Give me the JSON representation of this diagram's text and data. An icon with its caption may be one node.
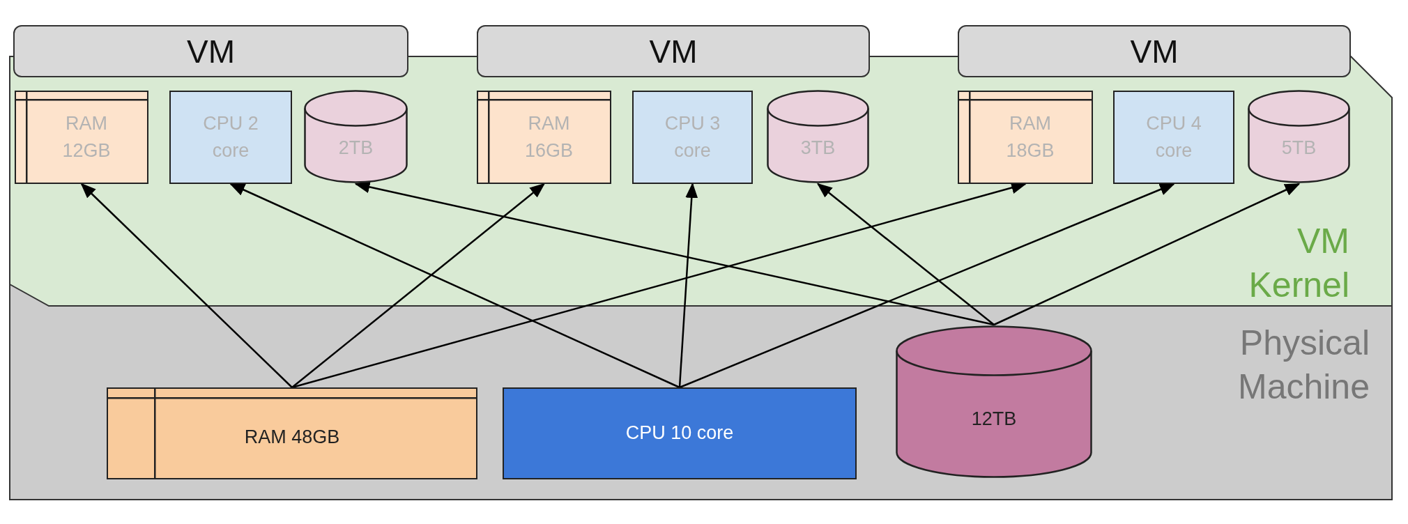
{
  "diagram": {
    "nodes": [
      {
        "text": [
          "VM Kernel"
        ]
      },
      {
        "text": [
          "VM"
        ]
      },
      {
        "text": [
          "VM"
        ]
      },
      {
        "text": [
          "VM"
        ]
      },
      {
        "text": [
          "RAM 12GB"
        ],
        "in": 0
      },
      {
        "text": [
          "CPU 2 core"
        ],
        "in": 0
      },
      {
        "text": [
          "2TB"
        ],
        "in": 0
      },
      {
        "text": [
          "RAM 16GB"
        ],
        "in": 0
      },
      {
        "text": [
          "CPU 3 core"
        ],
        "in": 0
      },
      {
        "text": [
          "3TB"
        ],
        "in": 0
      },
      {
        "text": [
          "RAM 18GB"
        ],
        "in": 0
      },
      {
        "text": [
          "CPU 4 core"
        ],
        "in": 0
      },
      {
        "text": [
          "5TB"
        ],
        "in": 0
      },
      {
        "text": [
          "Physical Machine"
        ]
      },
      {
        "text": [
          "RAM 48GB"
        ],
        "in": 13
      },
      {
        "text": [
          "CPU 10 core"
        ],
        "in": 13
      },
      {
        "text": [
          "12TB"
        ],
        "in": 13
      }
    ],
    "edges": [
      {
        "from": 14,
        "to": 4,
        "arrow": "to"
      },
      {
        "from": 14,
        "to": 7,
        "arrow": "to"
      },
      {
        "from": 14,
        "to": 10,
        "arrow": "to"
      },
      {
        "from": 15,
        "to": 5,
        "arrow": "to"
      },
      {
        "from": 15,
        "to": 8,
        "arrow": "to"
      },
      {
        "from": 15,
        "to": 11,
        "arrow": "to"
      },
      {
        "from": 16,
        "to": 6,
        "arrow": "to"
      },
      {
        "from": 16,
        "to": 9,
        "arrow": "to"
      },
      {
        "from": 16,
        "to": 12,
        "arrow": "to"
      }
    ]
  }
}
